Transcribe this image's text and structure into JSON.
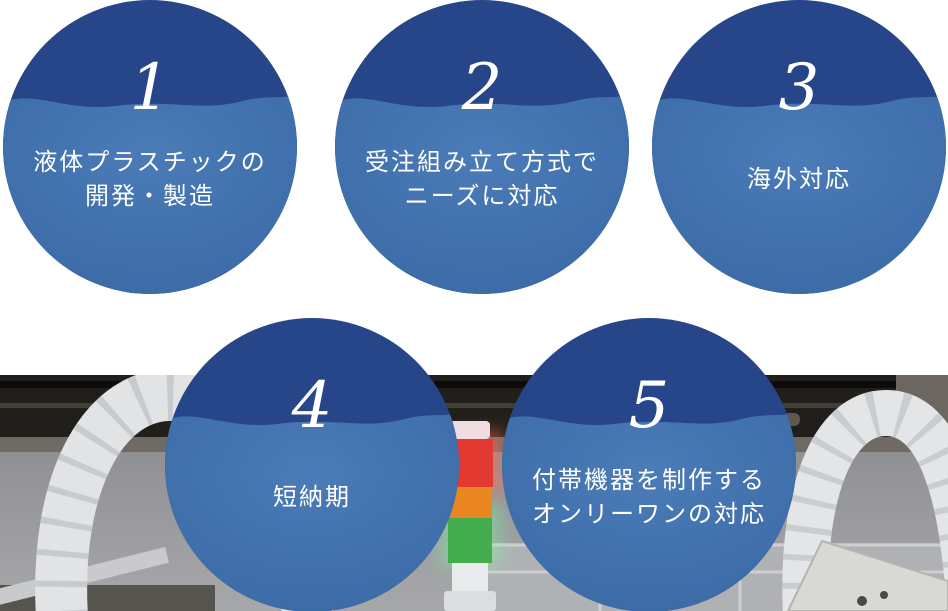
{
  "features": {
    "items": [
      {
        "number": "1",
        "lines": [
          "液体プラスチックの",
          "開発・製造"
        ]
      },
      {
        "number": "2",
        "lines": [
          "受注組み立て方式で",
          "ニーズに対応"
        ]
      },
      {
        "number": "3",
        "lines": [
          "海外対応"
        ]
      },
      {
        "number": "4",
        "lines": [
          "短納期"
        ]
      },
      {
        "number": "5",
        "lines": [
          "付帯機器を制作する",
          "オンリーワンの対応"
        ]
      }
    ]
  },
  "colors": {
    "circle_dark": "#27468a",
    "circle_light": "#3f72ae",
    "label_text": "#ffffff",
    "tower_red": "#e23a30",
    "tower_amber": "#ea8723",
    "tower_green": "#41ad4e"
  }
}
